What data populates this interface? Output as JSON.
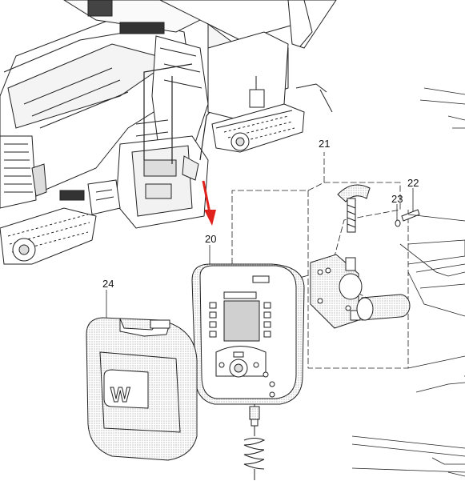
{
  "diagram": {
    "callouts": {
      "c20": "20",
      "c21": "21",
      "c22": "22",
      "c23": "23",
      "c24": "24"
    },
    "logo_text": "W",
    "colors": {
      "line": "#222222",
      "stipple": "#c9c9c9",
      "arrow": "#e1211b",
      "screen": "#d0d0d0"
    }
  }
}
